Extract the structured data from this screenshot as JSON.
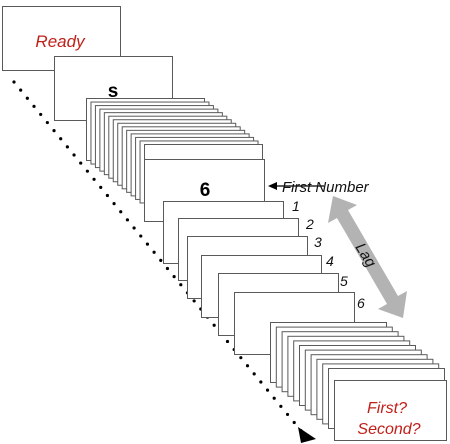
{
  "frames": {
    "ready": "Ready",
    "letter": "s",
    "first_number": "6",
    "question_line1": "First?",
    "question_line2": "Second?"
  },
  "annotations": {
    "first_number_label": "First Number",
    "lag_label": "Lag",
    "lag_positions": [
      "1",
      "2",
      "3",
      "4",
      "5",
      "6"
    ]
  },
  "colors": {
    "accent_red": "#c0201a",
    "lag_arrow": "#b3b3b3",
    "frame_border": "#5a5a5a",
    "timeline": "#000000"
  }
}
